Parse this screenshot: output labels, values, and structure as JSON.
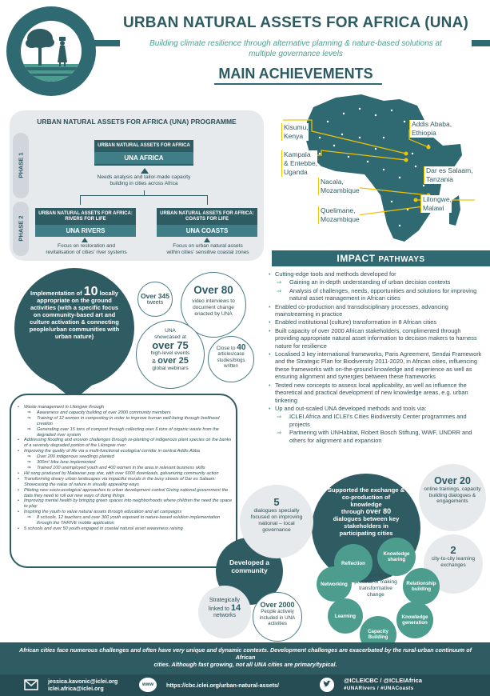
{
  "header": {
    "title": "URBAN NATURAL ASSETS FOR AFRICA (UNA)",
    "subtitle_line1": "Building climate resilience through alternative planning & nature-based solutions at",
    "subtitle_line2": "multiple governance levels",
    "section_title": "MAIN ACHIEVEMENTS"
  },
  "programme": {
    "title": "URBAN NATURAL ASSETS FOR AFRICA (UNA) PROGRAMME",
    "phase1": "PHASE 1",
    "phase2": "PHASE 2",
    "una_africa_top": "URBAN NATURAL ASSETS FOR AFRICA",
    "una_africa": "UNA AFRICA",
    "una_africa_desc_line1": "Needs analysis and tailor-made capacity",
    "una_africa_desc_line2": "building in cities across Africa",
    "rivers_top": "URBAN NATURAL ASSETS FOR AFRICA: RIVERS FOR LIFE",
    "rivers": "UNA RIVERS",
    "rivers_desc_line1": "Focus on restoration and",
    "rivers_desc_line2": "revitalisation of cities' river systems",
    "coasts_top": "URBAN NATURAL ASSETS FOR AFRICA: COASTS FOR LIFE",
    "coasts": "UNA COASTS",
    "coasts_desc_line1": "Focus on urban natural assets",
    "coasts_desc_line2": "within cities' sensitive coastal zones"
  },
  "map": {
    "cities": [
      {
        "name": "Kisumu,",
        "country": "Kenya"
      },
      {
        "name": "Addis Ababa,",
        "country": "Ethiopia"
      },
      {
        "name": "Kampala",
        "country": "& Entebbe,",
        "extra": "Uganda"
      },
      {
        "name": "Dar es Salaam,",
        "country": "Tanzania"
      },
      {
        "name": "Nacala,",
        "country": "Mozambique"
      },
      {
        "name": "Lilongwe,",
        "country": "Malawi"
      },
      {
        "name": "Quelimane,",
        "country": "Mozambique"
      }
    ]
  },
  "impact": {
    "title_bold": "IMPACT",
    "title_rest": "PATHWAYS",
    "items": [
      {
        "type": "b",
        "text": "Cutting-edge tools and methods developed for"
      },
      {
        "type": "s",
        "text": "Gaining an in-depth understanding of urban decision contexts"
      },
      {
        "type": "s",
        "text": "Analysis of challenges, needs, opportunities and solutions for improving natural asset management in African cities"
      },
      {
        "type": "b",
        "text": "Enabled co-production and transdisciplinary processes, advancing mainstreaming in practice"
      },
      {
        "type": "b",
        "text": "Enabled institutional (culture) transformation in 8 African cities"
      },
      {
        "type": "b",
        "text": "Built capacity of over 2000 African stakeholders, complimented through providing appropriate natural asset information to decision makers to harness nature for resilience"
      },
      {
        "type": "b",
        "text": "Localised 3 key international frameworks, Paris Agreement, Sendai Framework and the Strategic Plan for Biodiversity 2011-2020, in African cities, influencing these frameworks with on-the-ground knowledge and experience as well as ensuring alignment and synergies between these frameworks"
      },
      {
        "type": "b",
        "text": "Tested new concepts to assess local applicability, as well as influence the theoretical and practical development of new knowledge areas, e.g. urban tinkering"
      },
      {
        "type": "b",
        "text": "Up and out-scaled UNA developed methods and tools via:"
      },
      {
        "type": "s",
        "text": "ICLEI Africa and ICLEI's Cities Biodiversity Center programmes and projects"
      },
      {
        "type": "s",
        "text": "Partnering with UNHabitat, Robert Bosch Stiftung, WWF, UNDRR and others for alignment and expansion"
      }
    ]
  },
  "implementation": {
    "pre": "Implementation of",
    "num": "10",
    "post_line1": "locally",
    "rest": "appropriate on the ground activities (with a specific focus on community-based art and culture activation & connecting people/urban communities with urban nature)"
  },
  "stats": {
    "tweets_num": "Over 345",
    "tweets_label": "tweets",
    "video_num": "Over 80",
    "video_label": "video interviews to document change enacted by UNA",
    "showcase_pre": "UNA showcased at",
    "showcase_num1": "over 75",
    "showcase_label1": "high-level events",
    "showcase_amp": "&",
    "showcase_num2": "over 25",
    "showcase_label2": "global webinars",
    "articles_pre": "Close to",
    "articles_num": "40",
    "articles_label": "articles/case studies/blogs written"
  },
  "activities": [
    {
      "type": "b",
      "text": "Waste management in Lilongwe through"
    },
    {
      "type": "s",
      "text": "Awareness and capacity building of over 2000 community members"
    },
    {
      "type": "s",
      "text": "Training of 12 women in composting in order to improve human well-being through livelihood creation"
    },
    {
      "type": "s",
      "text": "Generating over 15 tons of compost through collecting over 6 tons of organic waste from the degraded river system"
    },
    {
      "type": "b",
      "text": "Addressing flooding and erosion challenges through re-planting of indigenous plant species on the banks of a severely degraded portion of the Lilongwe river"
    },
    {
      "type": "b",
      "text": "Improving the quality of life via a multi-functional ecological corridor in central Addis Abba"
    },
    {
      "type": "s",
      "text": "Over 200 indigenous seedlings planted"
    },
    {
      "type": "s",
      "text": "300m² bike lane implemented"
    },
    {
      "type": "s",
      "text": "Trained 100 unemployed youth and 400 women in the area in relevant business skills"
    },
    {
      "type": "b",
      "text": "Hit song produced by Malawian pop star, with over 6000 downloads, galvanizing community action"
    },
    {
      "type": "b",
      "text": "Transforming dreary urban landscapes via impactful murals in the busy streets of Dar es Salaam: Showcasing the value of nature in visually appealing ways"
    },
    {
      "type": "b",
      "text": "Piloting new socio-ecological approaches to urban development control Giving national government the data they need to roll out new ways of doing things"
    },
    {
      "type": "b",
      "text": "Improving mental health by bringing green spaces into neighborhoods where children the need the space to play"
    },
    {
      "type": "b",
      "text": "Inspiring the youth to value natural assets through education and art campaigns"
    },
    {
      "type": "s",
      "text": "8 schools, 12 teachers and over 300 youth exposed to nature-based solution implementation through the THRIVE mobile application"
    },
    {
      "type": "b",
      "text": "5 schools and over 50 youth engaged in coastal natural asset awareness raising"
    }
  ],
  "community": {
    "developed": "Developed a community",
    "linked_pre": "Strategically linked to",
    "linked_num": "14",
    "linked_post": "networks",
    "people_num": "Over 2000",
    "people_label": "People actively included in UNA activities"
  },
  "exchange": {
    "main_line1": "Supported the exchange &",
    "main_line2": "co-production of",
    "main_line3": "knowledge",
    "main_line4_pre": "through",
    "main_line4_num": "over 80",
    "main_line5": "dialogues between key",
    "main_line6": "stakeholders in",
    "main_line7": "participating cities",
    "dialogues_num": "5",
    "dialogues_label": "dialogues specially focused on improving national – local governance",
    "online_num": "Over 20",
    "online_label": "online trainings, capacity building dialogues & engagements",
    "c2c_num": "2",
    "c2c_label": "city-to-city learning exchanges",
    "integral": "Integral to the process of making transformative change",
    "ring": [
      "Reflection",
      "Knowledge sharing",
      "Relationship building",
      "Knowledge generation",
      "Capacity Building",
      "Learning",
      "Networking"
    ]
  },
  "footer": {
    "note_line1": "African cities face numerous challenges and often have very unique and dynamic contexts. Development challenges are exacerbated by the rural-urban continuum of African",
    "note_line2": "cities. Although fast growing, not all UNA cities are primary/typical.",
    "email1": "jessica.kavonic@iclei.org",
    "email2": "iclei.africa@iclei.org",
    "www": "www",
    "url": "https://cbc.iclei.org/urban-natural-assets/",
    "twitter1": "@ICLEICBC / @ICLEIAfrica",
    "twitter2": "#UNARivers / #UNACoasts"
  },
  "colors": {
    "dark_teal": "#2f5b62",
    "accent_green": "#4d9d8f",
    "light_grey": "#e6eaed",
    "map_yellow": "#f2c400"
  }
}
